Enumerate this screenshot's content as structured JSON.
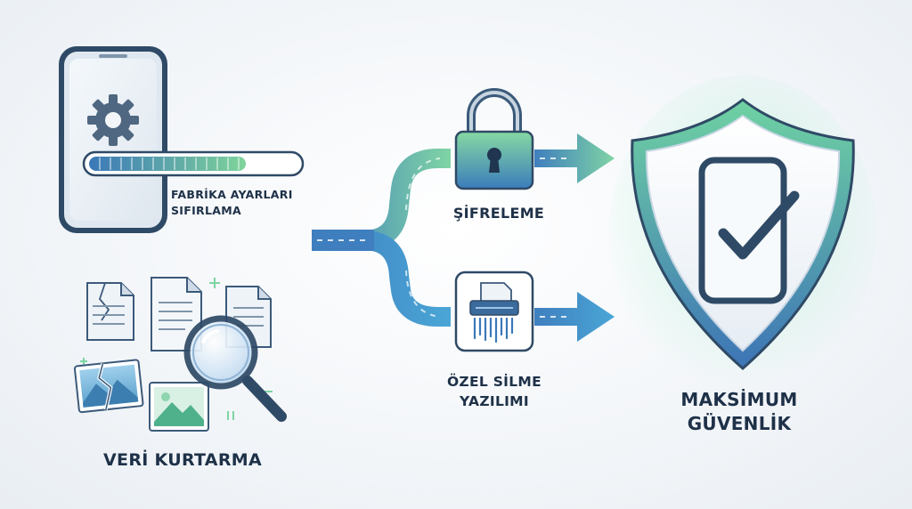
{
  "factory_reset": {
    "line1": "FABRİKA AYARLARI",
    "line2": "SIFIRLAMA",
    "progress": 0.75
  },
  "data_recovery": {
    "label": "VERİ KURTARMA"
  },
  "encryption": {
    "label": "ŞİFRELEME"
  },
  "special_wipe": {
    "line1": "ÖZEL SİLME",
    "line2": "YAZILIMI"
  },
  "max_security": {
    "line1": "MAKSİMUM",
    "line2": "GÜVENLİK"
  },
  "icons": [
    "smartphone-icon",
    "gear-icon",
    "progress-bar",
    "document-icon",
    "torn-photo-icon",
    "photo-icon",
    "magnifier-icon",
    "padlock-icon",
    "shredder-icon",
    "shield-icon",
    "checkmark-icon",
    "arrow-icon"
  ],
  "colors": {
    "green": "#7fd49a",
    "blue": "#3a78b8",
    "dark": "#2d4560",
    "accent": "#4fb8a0"
  }
}
